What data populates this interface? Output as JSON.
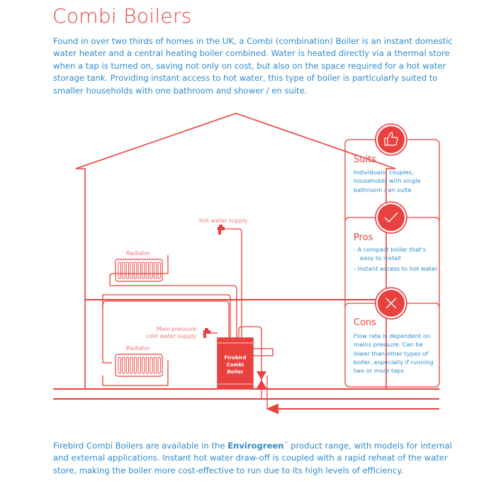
{
  "title": "Combi Boilers",
  "intro": "Found in over two thirds of homes in the UK, a Combi (combination) Boiler is an instant domestic water heater and a central heating boiler combined. Water is heated directly via a thermal store when a tap is turned on, saving not only on cost, but also on the space required for a hot water storage tank. Providing instant access to hot water, this type of boiler is particularly suited to smaller households with one bathroom and shower / en suite.",
  "diagram": {
    "hot_water_label": "Hot water supply",
    "radiator_upper_label": "Radiator",
    "radiator_lower_label": "Radiator",
    "cold_water_label_1": "Main pressure",
    "cold_water_label_2": "cold water supply",
    "boiler_label_1": "Firebird",
    "boiler_label_2": "Combi",
    "boiler_label_3": "Boiler"
  },
  "cards": {
    "suits": {
      "icon": "thumbs-up-icon",
      "heading": "Suits",
      "text": "Individuals, couples, households with single bathroom / en suite"
    },
    "pros": {
      "icon": "check-icon",
      "heading": "Pros",
      "item1": "- A compact boiler that's easy to install",
      "item2": "- Instant access to hot water"
    },
    "cons": {
      "icon": "cross-icon",
      "heading": "Cons",
      "text": "Flow rate is dependent on mains pressure. Can be lower than other types of boiler, especially if running two or more taps"
    }
  },
  "outro": {
    "before": "Firebird Combi Boilers are available in the ",
    "brand": "Envirogreen",
    "tm": "™",
    "after": " product range, with models for internal and external applications. Instant hot water draw-off is coupled with a rapid reheat of the water store, making the boiler more cost-effective to run due to its high levels of efficiency."
  },
  "colors": {
    "red": "#e8413f",
    "blue": "#2d8ad0"
  }
}
